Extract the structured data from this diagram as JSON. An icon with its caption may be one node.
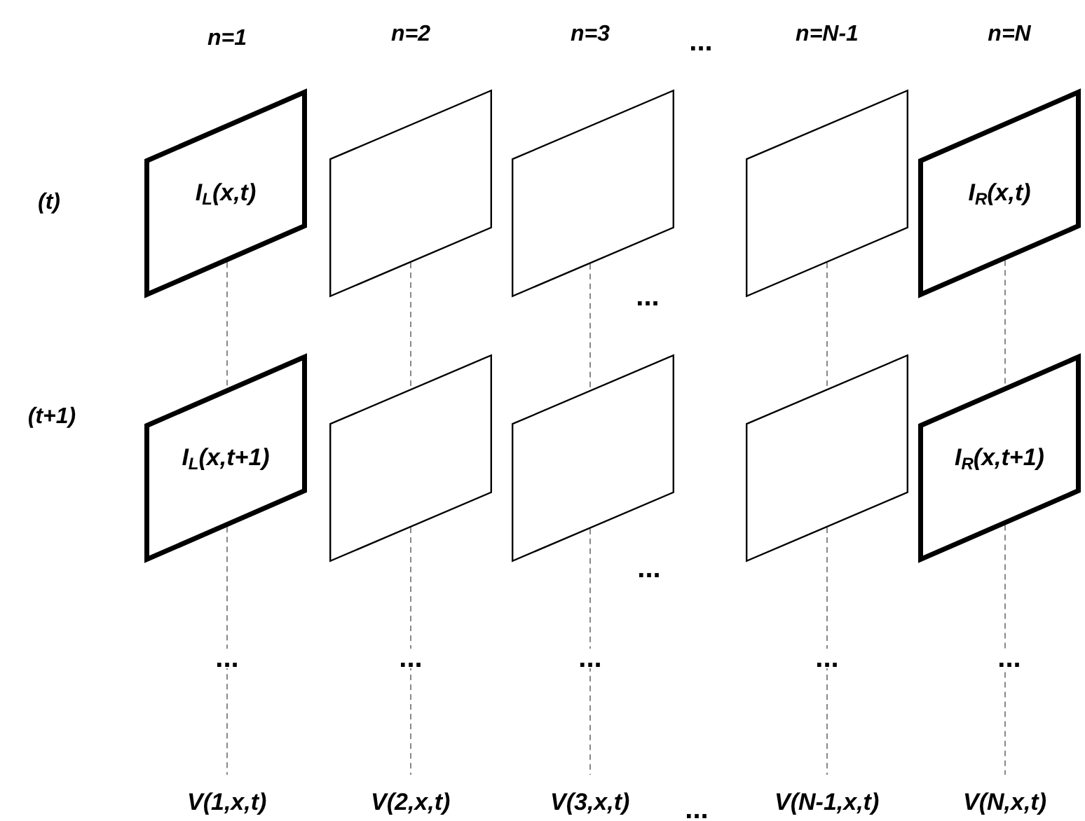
{
  "diagram": {
    "nodes": [
      {
        "text": [
          "I$_{L}$(x,t)"
        ]
      },
      {
        "text": [],
        "shape": "parallelogram"
      },
      {
        "text": [],
        "shape": "parallelogram"
      },
      {
        "text": [],
        "shape": "parallelogram"
      },
      {
        "text": [
          "I$_{R}$(x,t)"
        ]
      },
      {
        "text": [
          "I$_{L}$(x,t+1)"
        ]
      },
      {
        "text": [],
        "shape": "parallelogram"
      },
      {
        "text": [],
        "shape": "parallelogram"
      },
      {
        "text": [],
        "shape": "parallelogram"
      },
      {
        "text": [
          "I$_{R}$(x,t+1)"
        ]
      },
      {
        "text": [
          "V(1,x,t)"
        ]
      },
      {
        "text": [
          "V(2,x,t)"
        ]
      },
      {
        "text": [
          "V(3,x,t)"
        ]
      },
      {
        "text": [
          "V(N-1,x,t)"
        ]
      },
      {
        "text": [
          "V(N,x,t)"
        ]
      }
    ],
    "edges": [
      {
        "from": 0,
        "to": 5,
        "arrow": "none",
        "style": "dashed"
      },
      {
        "from": 5,
        "to": 10,
        "arrow": "none",
        "style": "dashed"
      },
      {
        "from": 1,
        "to": 6,
        "arrow": "none",
        "style": "dashed"
      },
      {
        "from": 6,
        "to": 11,
        "arrow": "none",
        "style": "dashed"
      },
      {
        "from": 2,
        "to": 7,
        "arrow": "none",
        "style": "dashed"
      },
      {
        "from": 7,
        "to": 12,
        "arrow": "none",
        "style": "dashed"
      },
      {
        "from": 3,
        "to": 8,
        "arrow": "none",
        "style": "dashed"
      },
      {
        "from": 8,
        "to": 13,
        "arrow": "none",
        "style": "dashed"
      },
      {
        "from": 4,
        "to": 9,
        "arrow": "none",
        "style": "dashed"
      },
      {
        "from": 9,
        "to": 14,
        "arrow": "none",
        "style": "dashed"
      }
    ],
    "labels": [
      "n=1",
      "n=2",
      "n=3",
      "...",
      "n=N-1",
      "n=N",
      "(t)",
      "...",
      "(t+1)",
      "...",
      "...",
      "...",
      "...",
      "...",
      "...",
      "..."
    ]
  }
}
